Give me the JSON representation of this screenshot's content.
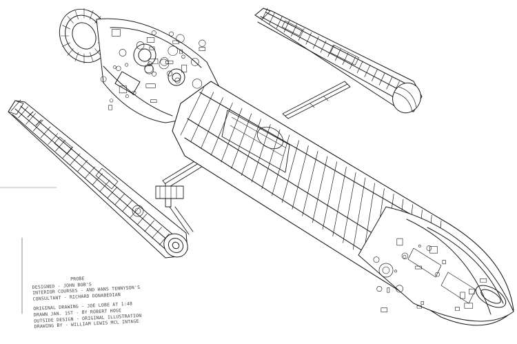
{
  "credits": {
    "heading": "PROBE",
    "lines_a": [
      "DESIGNED - JOHN BOB'S",
      "INTERIOR COURSES - AND HANS TENNYSON'S",
      "CONSULTANT - RICHARD DONABEDIAN"
    ],
    "lines_b": [
      "ORIGINAL DRAWING - JOE LOBE AT 1:48",
      "DRAWN JAN. 1ST - BY ROBERT HOGE",
      "OUTSIDE DESIGN - ORIGINAL ILLUSTRATION",
      "DRAWING BY - WILLIAM LEWIS MCL INTAGE"
    ]
  },
  "colors": {
    "ink": "#1a1a1a",
    "ink_light": "#555555",
    "paper": "#ffffff"
  }
}
